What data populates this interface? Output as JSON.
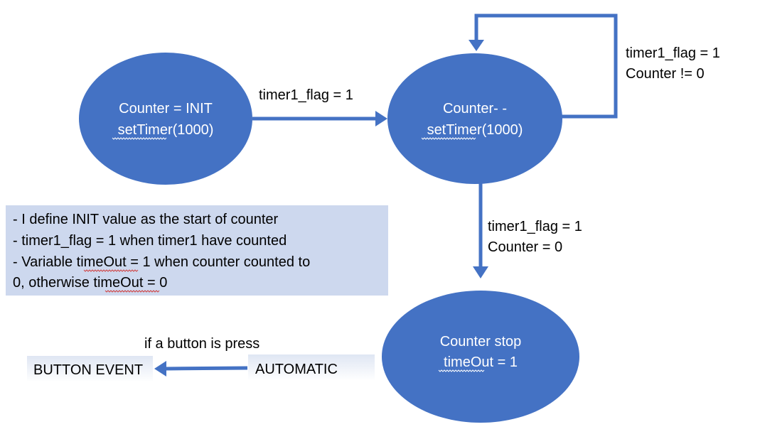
{
  "colors": {
    "state_fill": "#4472c4",
    "arrow": "#4472c4",
    "note_fill": "#cdd8ee",
    "box_fill_top": "#dfe6f3",
    "box_fill_bottom": "#ffffff"
  },
  "states": [
    {
      "id": "init",
      "line1": "Counter = INIT",
      "line2": "setTimer(1000)"
    },
    {
      "id": "count",
      "line1": "Counter- -",
      "line2": "setTimer(1000)"
    },
    {
      "id": "stop",
      "line1": "Counter stop",
      "line2": "timeOut = 1"
    }
  ],
  "transitions": [
    {
      "from": "init",
      "to": "count",
      "label_line1": "timer1_flag = 1",
      "label_line2": ""
    },
    {
      "from": "count",
      "to": "count",
      "label_line1": "timer1_flag = 1",
      "label_line2": "Counter != 0"
    },
    {
      "from": "count",
      "to": "stop",
      "label_line1": "timer1_flag = 1",
      "label_line2": "Counter = 0"
    },
    {
      "from": "automatic",
      "to": "button_event",
      "label_line1": "if a button is press",
      "label_line2": ""
    }
  ],
  "note": {
    "lines": [
      "- I define INIT value as the start of counter",
      "- timer1_flag = 1 when timer1 have counted",
      "- Variable timeOut = 1 when counter counted to",
      "0, otherwise timeOut = 0"
    ]
  },
  "boxes": {
    "automatic": "AUTOMATIC",
    "button_event": "BUTTON EVENT"
  }
}
